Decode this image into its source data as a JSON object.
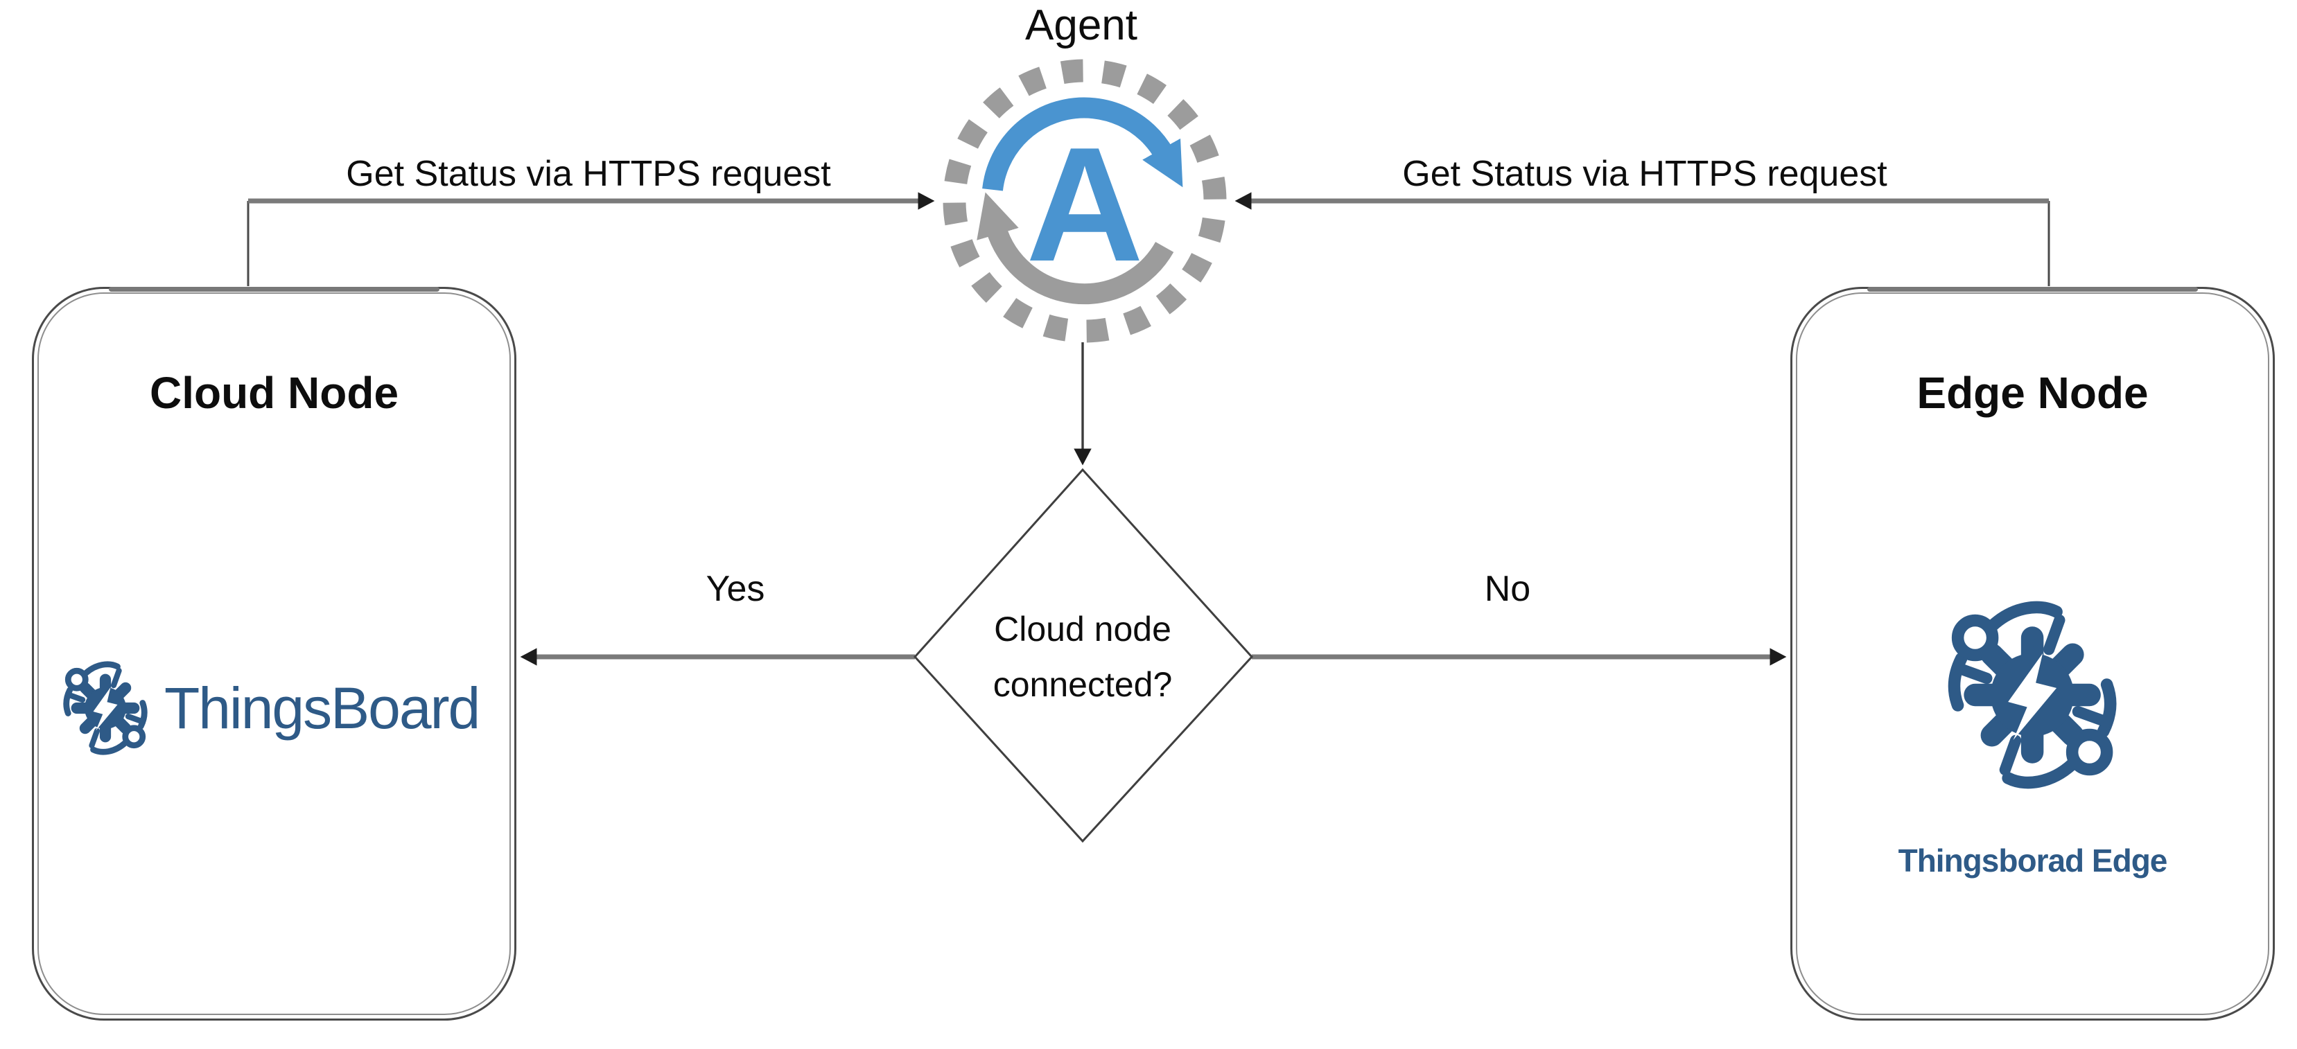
{
  "agent": {
    "label": "Agent",
    "letter": "A"
  },
  "connections": {
    "left_label": "Get Status via HTTPS request",
    "right_label": "Get Status via HTTPS request",
    "yes_label": "Yes",
    "no_label": "No"
  },
  "decision": {
    "line1": "Cloud node",
    "line2": "connected?"
  },
  "cloud_node": {
    "title": "Cloud Node",
    "logo_text": "ThingsBoard"
  },
  "edge_node": {
    "title": "Edge Node",
    "logo_text": "Thingsborad Edge"
  },
  "colors": {
    "agent_blue": "#4a94d0",
    "icon_gray": "#9c9c9c",
    "brand_blue": "#2e5a87",
    "connector_gray": "#7a7a7a",
    "riser_gray": "#4a4a4a",
    "arrowhead_black": "#1c1c1c",
    "text_black": "#111111",
    "background": "#ffffff"
  }
}
